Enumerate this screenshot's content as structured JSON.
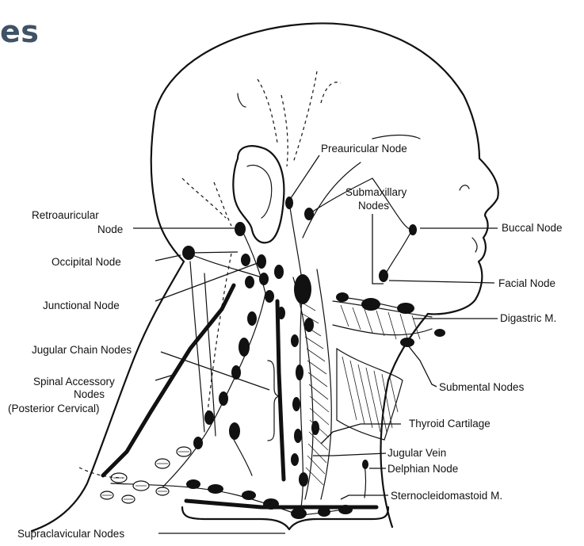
{
  "title_fragment": "es",
  "labels": {
    "preauricular": "Preauricular  Node",
    "submaxillary_1": "Submaxillary",
    "submaxillary_2": "Nodes",
    "retroauricular_1": "Retroauricular",
    "retroauricular_2": "Node",
    "buccal": "Buccal Node",
    "occipital": "Occipital  Node",
    "facial": "Facial Node",
    "junctional": "Junctional  Node",
    "digastric": "Digastric M.",
    "jugular_chain": "Jugular Chain Nodes",
    "spinal_1": "Spinal Accessory",
    "spinal_2": "Nodes",
    "spinal_3": "(Posterior Cervical)",
    "submental": "Submental Nodes",
    "thyroid": "Thyroid Cartilage",
    "jugular_vein": "Jugular  Vein",
    "delphian": "Delphian Node",
    "sternocleidomastoid": "Sternocleidomastoid  M.",
    "supraclavicular": "Supraclavicular  Nodes"
  }
}
